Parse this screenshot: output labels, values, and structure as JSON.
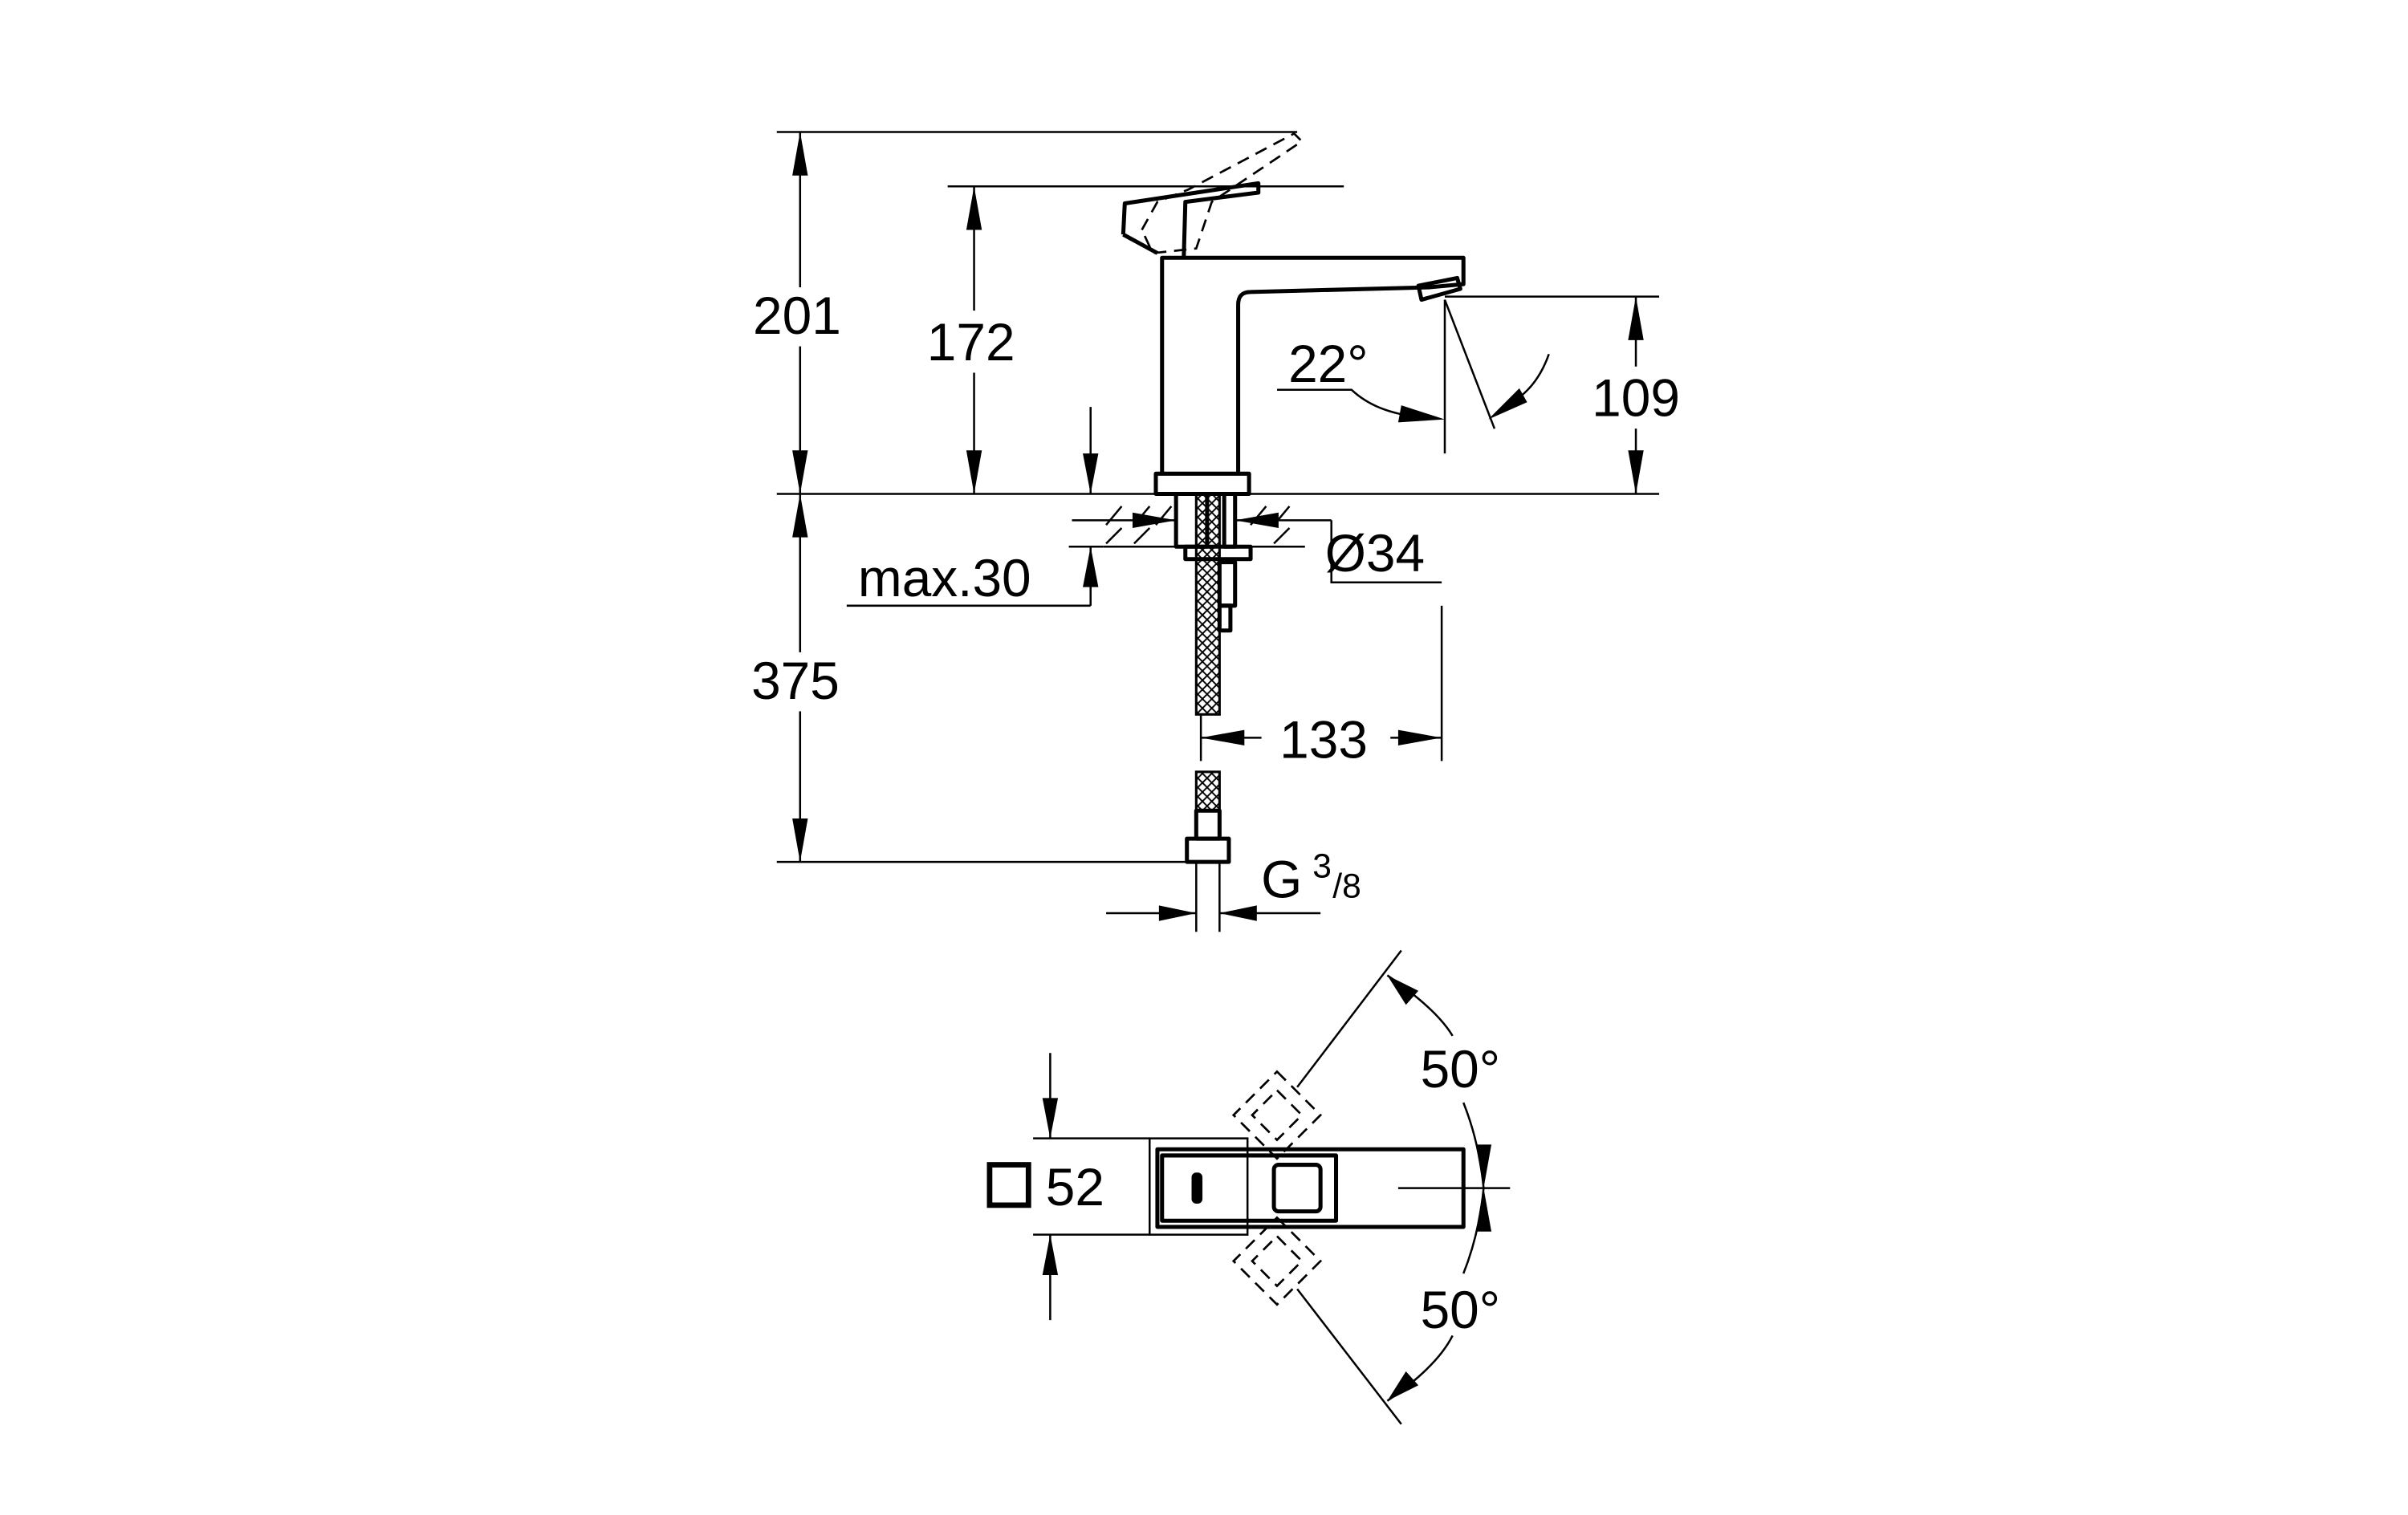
{
  "drawing": {
    "side_view": {
      "dim_total_height": "201",
      "dim_lever_height": "172",
      "dim_spout_height": "109",
      "dim_spout_angle": "22°",
      "dim_hole_diameter": "Ø34",
      "dim_max_deck": "max.30",
      "dim_hose_length": "375",
      "dim_projection": "133",
      "connection_thread": "G",
      "thread_num": "3",
      "thread_den": "/8"
    },
    "top_view": {
      "dim_square": "52",
      "dim_angle_upper": "50°",
      "dim_angle_lower": "50°"
    }
  }
}
